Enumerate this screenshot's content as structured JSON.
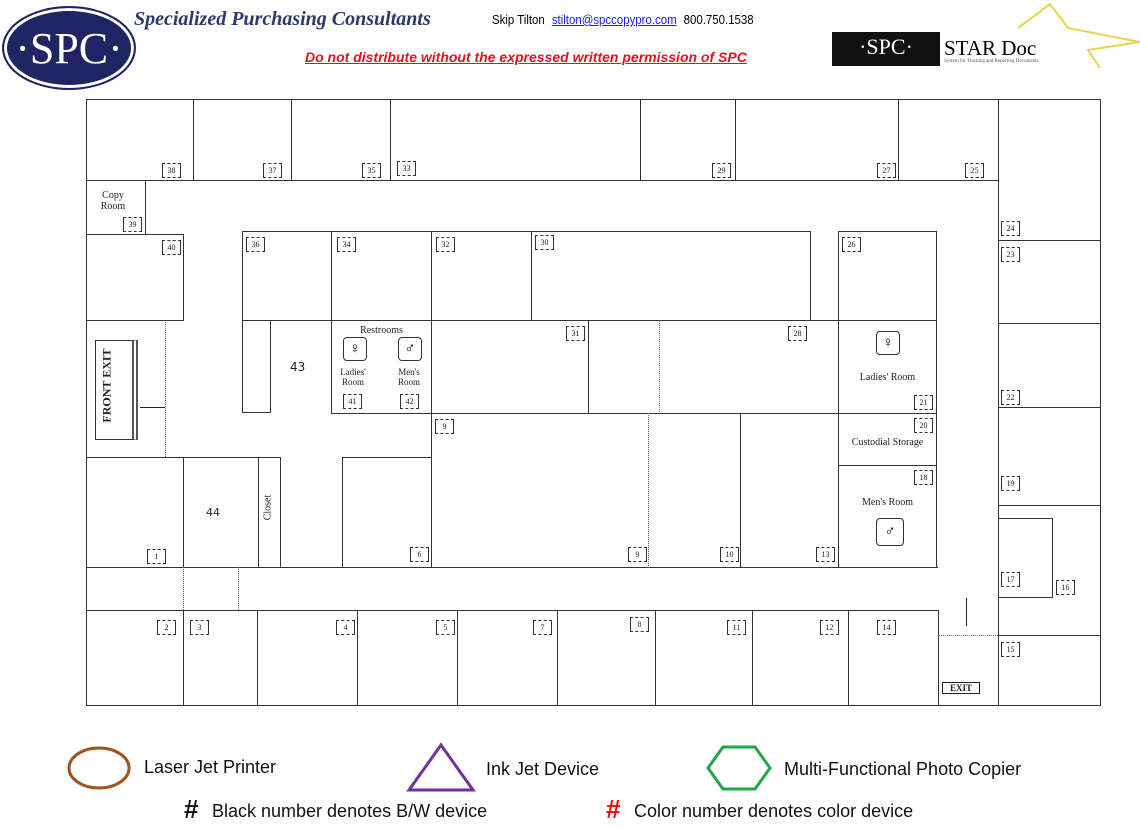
{
  "header": {
    "logo_text": "·SPC·",
    "company": "Specialized Purchasing Consultants",
    "contact_name": "Skip Tilton",
    "email": "stilton@spccopypro.com",
    "phone": "800.750.1538",
    "warning": "Do not distribute without the expressed written permission of SPC",
    "star_logo": "·SPC· STAR Doc",
    "star_tagline": "System for Tracking and Reporting Documents"
  },
  "plan": {
    "rooms": {
      "r38": "38",
      "r37": "37",
      "r35": "35",
      "r33": "33",
      "r29": "29",
      "r27": "27",
      "r25": "25",
      "r24": "24",
      "r23": "23",
      "r22": "22",
      "r19": "19",
      "r17": "17",
      "r16": "16",
      "r15": "15",
      "r39": "39",
      "r40": "40",
      "r36": "36",
      "r34": "34",
      "r32": "32",
      "r30": "30",
      "r26": "26",
      "r31": "31",
      "r28": "28",
      "r41": "41",
      "r42": "42",
      "r21": "21",
      "r20": "20",
      "r18": "18",
      "r9": "9",
      "r9b": "9",
      "r6": "6",
      "r10": "10",
      "r13": "13",
      "r1": "1",
      "r2": "2",
      "r3": "3",
      "r4": "4",
      "r5": "5",
      "r7": "7",
      "r8": "8",
      "r11": "11",
      "r12": "12",
      "r14": "14"
    },
    "copy_room": "Copy Room",
    "front_exit": "FRONT EXIT",
    "restrooms": "Restrooms",
    "ladies_room_small": "Ladies' Room",
    "mens_room_small": "Men's Room",
    "ladies_room": "Ladies' Room",
    "mens_room": "Men's Room",
    "custodial": "Custodial Storage",
    "closet": "Closet",
    "exit": "EXIT",
    "hand43": "43",
    "hand44": "44"
  },
  "legend": {
    "laser": "Laser Jet Printer",
    "inkjet": "Ink Jet Device",
    "mfp": "Multi-Functional Photo Copier",
    "bw_symbol": "#",
    "bw_note": "Black number denotes B/W device",
    "color_symbol": "#",
    "color_note": "Color number denotes color device",
    "colors": {
      "laser": "#a0521d",
      "inkjet": "#7030a0",
      "mfp": "#1fa84a",
      "color_number": "#ff0000"
    }
  }
}
